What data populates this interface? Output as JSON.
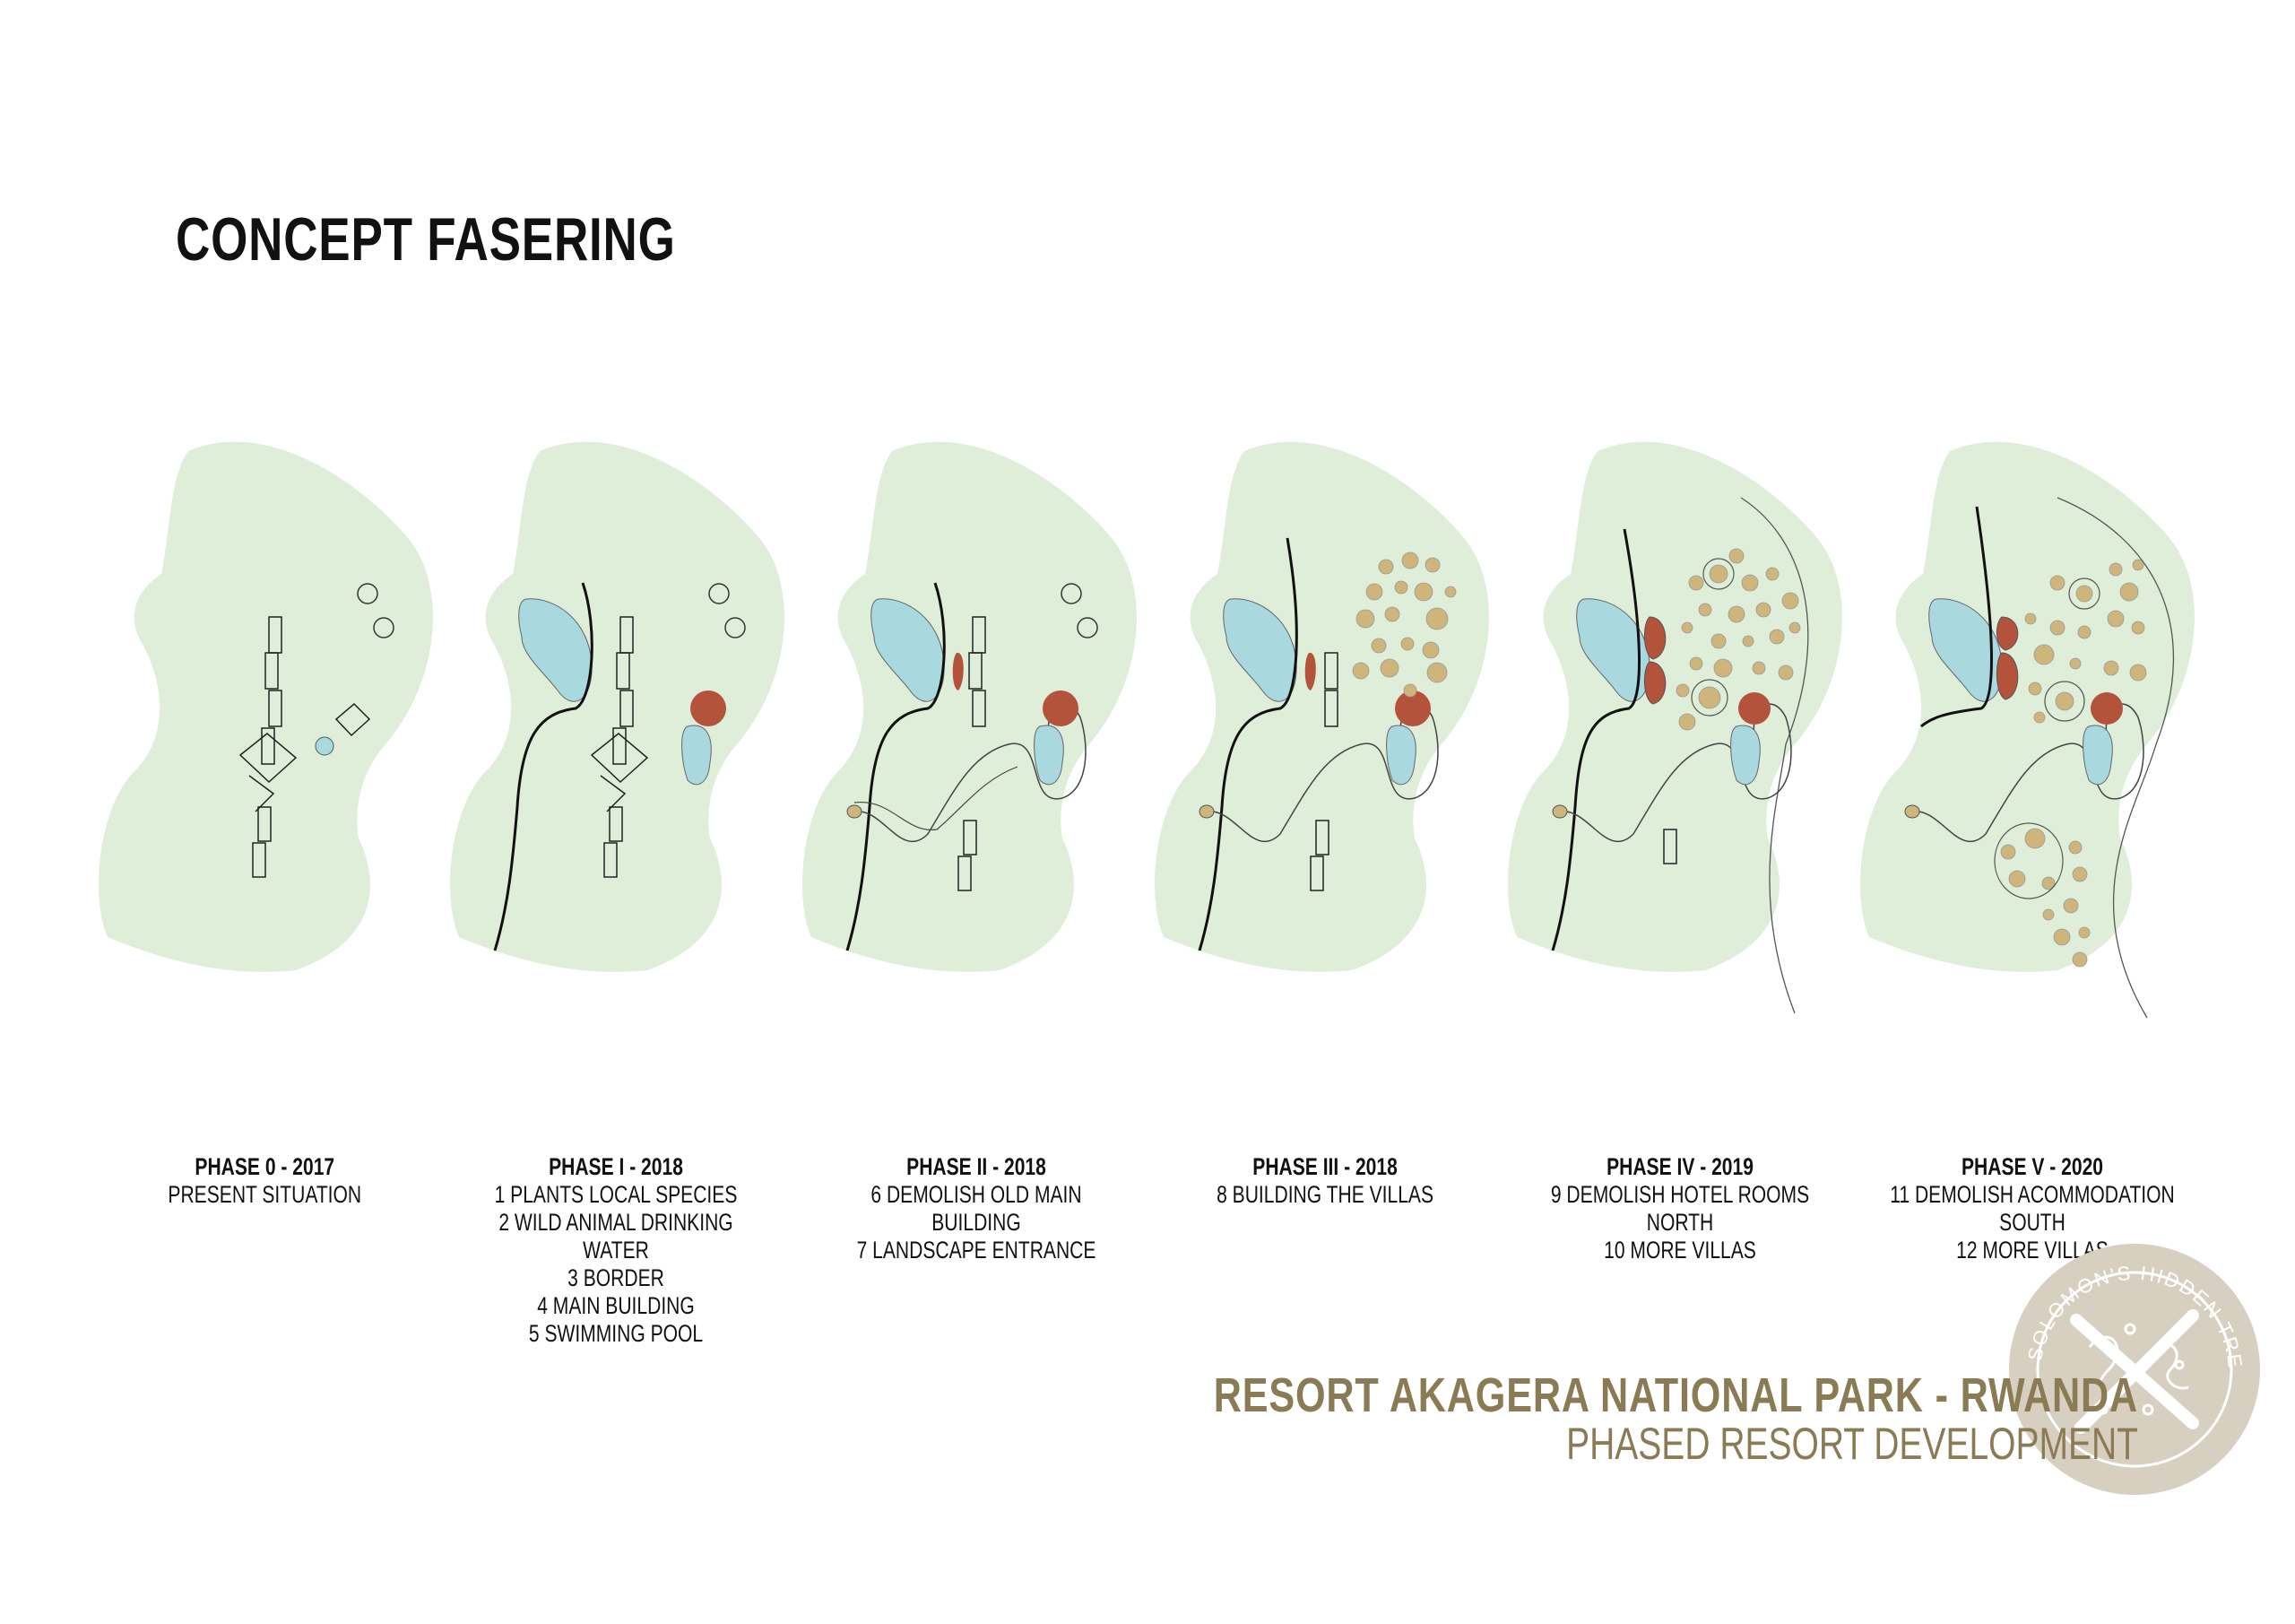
{
  "title": "CONCEPT FASERING",
  "phases": [
    {
      "heading": "PHASE 0 - 2017",
      "lines": [
        "PRESENT SITUATION"
      ]
    },
    {
      "heading": "PHASE I - 2018",
      "lines": [
        "1 PLANTS LOCAL SPECIES",
        "2 WILD ANIMAL DRINKING WATER",
        "3 BORDER",
        "4 MAIN BUILDING",
        "5 SWIMMING POOL"
      ]
    },
    {
      "heading": "PHASE II - 2018",
      "lines": [
        "6 DEMOLISH OLD MAIN BUILDING",
        "7 LANDSCAPE ENTRANCE"
      ]
    },
    {
      "heading": "PHASE III - 2018",
      "lines": [
        "8 BUILDING THE VILLAS"
      ]
    },
    {
      "heading": "PHASE IV - 2019",
      "lines": [
        "9 DEMOLISH HOTEL ROOMS NORTH",
        "10 MORE VILLAS"
      ]
    },
    {
      "heading": "PHASE V - 2020",
      "lines": [
        "11 DEMOLISH ACOMMODATION SOUTH",
        "12 MORE VILLAS"
      ]
    }
  ],
  "footer": {
    "line1": "RESORT AKAGERA NATIONAL PARK - RWANDA",
    "line2": "PHASED RESORT DEVELOPMENT"
  },
  "logo_text": "SOLOMON'S HIDDEN TREASURES",
  "colors": {
    "land": "#dfeed9",
    "water": "#a9d9df",
    "building": "#b4533b",
    "villa": "#cdb57c",
    "brand": "#8b7b55"
  }
}
